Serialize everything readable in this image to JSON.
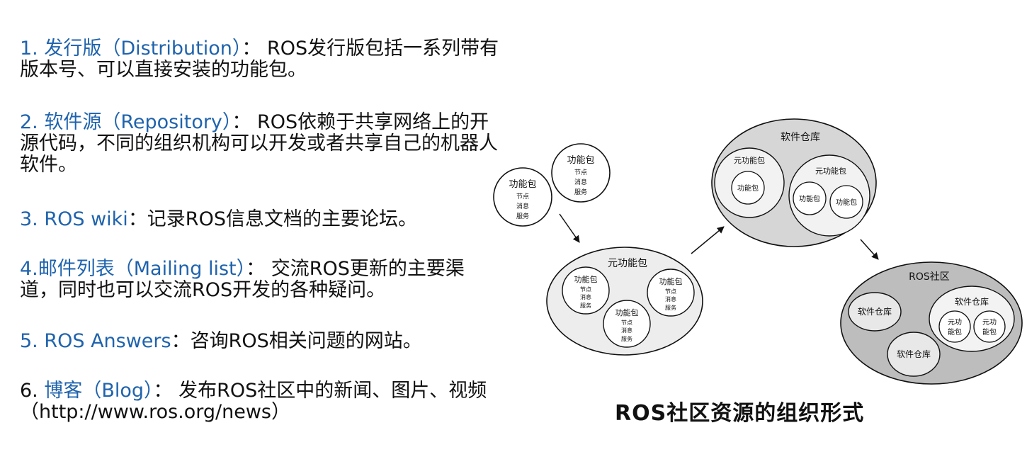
{
  "list": [
    {
      "head": "1. 发行版（Distribution）",
      "rest": "： ROS发行版包括一系列带有版本号、可以直接安装的功能包。"
    },
    {
      "head": "2. 软件源（Repository）",
      "rest": "： ROS依赖于共享网络上的开源代码，不同的组织机构可以开发或者共享自己的机器人软件。"
    },
    {
      "head": "3. ROS wiki",
      "rest": "：记录ROS信息文档的主要论坛。"
    },
    {
      "head": "4.邮件列表（Mailing list）",
      "rest": "： 交流ROS更新的主要渠道，同时也可以交流ROS开发的各种疑问。"
    },
    {
      "head": "5. ROS Answers",
      "rest": "：咨询ROS相关问题的网站。"
    },
    {
      "lead": "6. ",
      "head": "博客（Blog）",
      "rest": "： 发布ROS社区中的新闻、图片、视频（http://www.ros.org/news）"
    }
  ],
  "diagram": {
    "package": "功能包",
    "node": "节点",
    "message": "消息",
    "service": "服务",
    "metapackage": "元功能包",
    "metapackage_short": [
      "元功",
      "能包"
    ],
    "repository": "软件仓库",
    "community": "ROS社区"
  },
  "caption": "ROS社区资源的组织形式"
}
